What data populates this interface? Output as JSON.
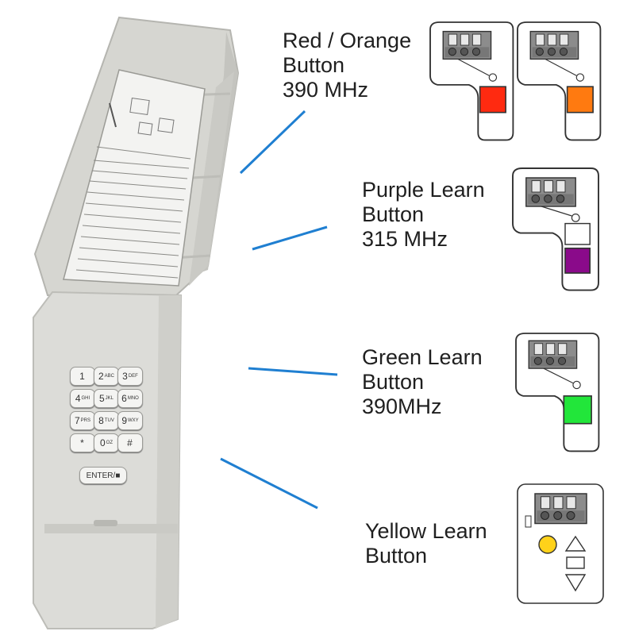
{
  "labels": {
    "red_orange": [
      "Red / Orange",
      "Button",
      "390 MHz"
    ],
    "purple": [
      "Purple Learn",
      "Button",
      "315 MHz"
    ],
    "green": [
      "Green Learn",
      "Button",
      "390MHz"
    ],
    "yellow": [
      "Yellow Learn",
      "Button"
    ]
  },
  "keypad": {
    "keys": [
      {
        "d": "1",
        "s": ""
      },
      {
        "d": "2",
        "s": "ABC"
      },
      {
        "d": "3",
        "s": "DEF"
      },
      {
        "d": "4",
        "s": "GHI"
      },
      {
        "d": "5",
        "s": "JKL"
      },
      {
        "d": "6",
        "s": "MNO"
      },
      {
        "d": "7",
        "s": "PRS"
      },
      {
        "d": "8",
        "s": "TUV"
      },
      {
        "d": "9",
        "s": "WXY"
      },
      {
        "d": "*",
        "s": ""
      },
      {
        "d": "0",
        "s": "OZ"
      },
      {
        "d": "#",
        "s": ""
      }
    ],
    "enter": "ENTER/"
  },
  "colors": {
    "accent_line": "#1f7fd1",
    "red": "#ff2a10",
    "orange": "#ff7a10",
    "purple": "#8a0a8a",
    "green": "#22e63a",
    "yellow": "#ffd21a",
    "housing": "#d9d9d4"
  }
}
